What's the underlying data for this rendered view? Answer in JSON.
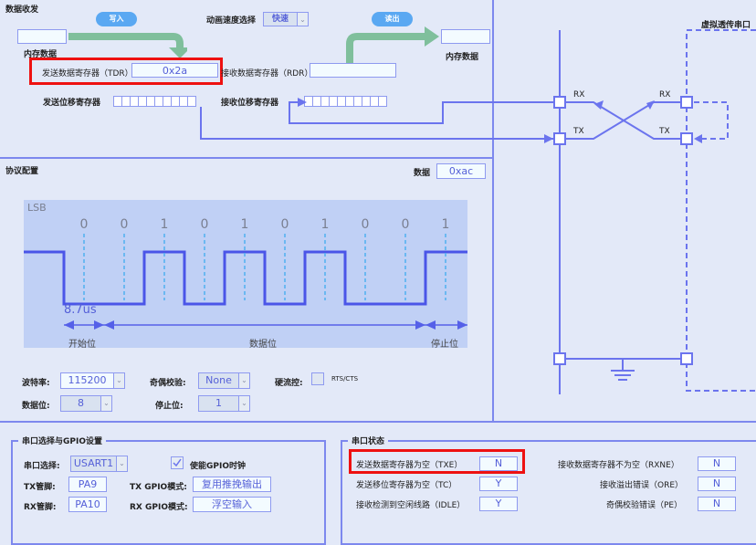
{
  "data_transfer": {
    "title": "数据收发",
    "write_button": "写入",
    "read_button": "读出",
    "memory_data_label_left": "内存数据",
    "memory_data_label_right": "内存数据",
    "memory_data_left_value": "",
    "memory_data_right_value": "",
    "speed_label": "动画速度选择",
    "speed_value": "快速",
    "tdr_label": "发送数据寄存器（TDR）",
    "tdr_value": "0x2a",
    "rdr_label": "接收数据寄存器（RDR）",
    "rdr_value": "",
    "tx_shift_label": "发送位移寄存器",
    "rx_shift_label": "接收位移寄存器",
    "tx_shift_bits": [
      "",
      "",
      "",
      "",
      "",
      "",
      "",
      "",
      "",
      ""
    ],
    "rx_shift_bits": [
      "",
      "",
      "",
      "",
      "",
      "",
      "",
      "",
      "",
      ""
    ]
  },
  "wiring": {
    "virtual_port_label": "虚拟透传串口",
    "left_rx": "RX",
    "left_tx": "TX",
    "right_rx": "RX",
    "right_tx": "TX"
  },
  "protocol": {
    "title": "协议配置",
    "data_label": "数据",
    "data_value": "0xac",
    "waveform": {
      "lsb_label": "LSB",
      "bits": [
        "0",
        "0",
        "1",
        "0",
        "1",
        "0",
        "1",
        "0",
        "0",
        "1"
      ],
      "bit_time": "8.7us",
      "start_label": "开始位",
      "data_label": "数据位",
      "stop_label": "停止位"
    },
    "baud_label": "波特率:",
    "baud_value": "115200",
    "parity_label": "奇偶校验:",
    "parity_value": "None",
    "flow_label": "硬流控:",
    "flow_option": "RTS/CTS",
    "flow_checked": false,
    "databits_label": "数据位:",
    "databits_value": "8",
    "stopbits_label": "停止位:",
    "stopbits_value": "1"
  },
  "gpio": {
    "title": "串口选择与GPIO设置",
    "port_label": "串口选择:",
    "port_value": "USART1",
    "clock_label": "使能GPIO时钟",
    "clock_checked": true,
    "tx_pin_label": "TX管脚:",
    "tx_pin_value": "PA9",
    "rx_pin_label": "RX管脚:",
    "rx_pin_value": "PA10",
    "tx_mode_label": "TX GPIO模式:",
    "tx_mode_value": "复用推挽输出",
    "rx_mode_label": "RX GPIO模式:",
    "rx_mode_value": "浮空输入"
  },
  "status": {
    "title": "串口状态",
    "txe_label": "发送数据寄存器为空（TXE）",
    "txe_value": "N",
    "tc_label": "发送移位寄存器为空（TC）",
    "tc_value": "Y",
    "idle_label": "接收检测到空闲线路（IDLE）",
    "idle_value": "Y",
    "rxne_label": "接收数据寄存器不为空（RXNE）",
    "rxne_value": "N",
    "ore_label": "接收溢出错误（ORE）",
    "ore_value": "N",
    "pe_label": "奇偶校验错误（PE）",
    "pe_value": "N"
  }
}
